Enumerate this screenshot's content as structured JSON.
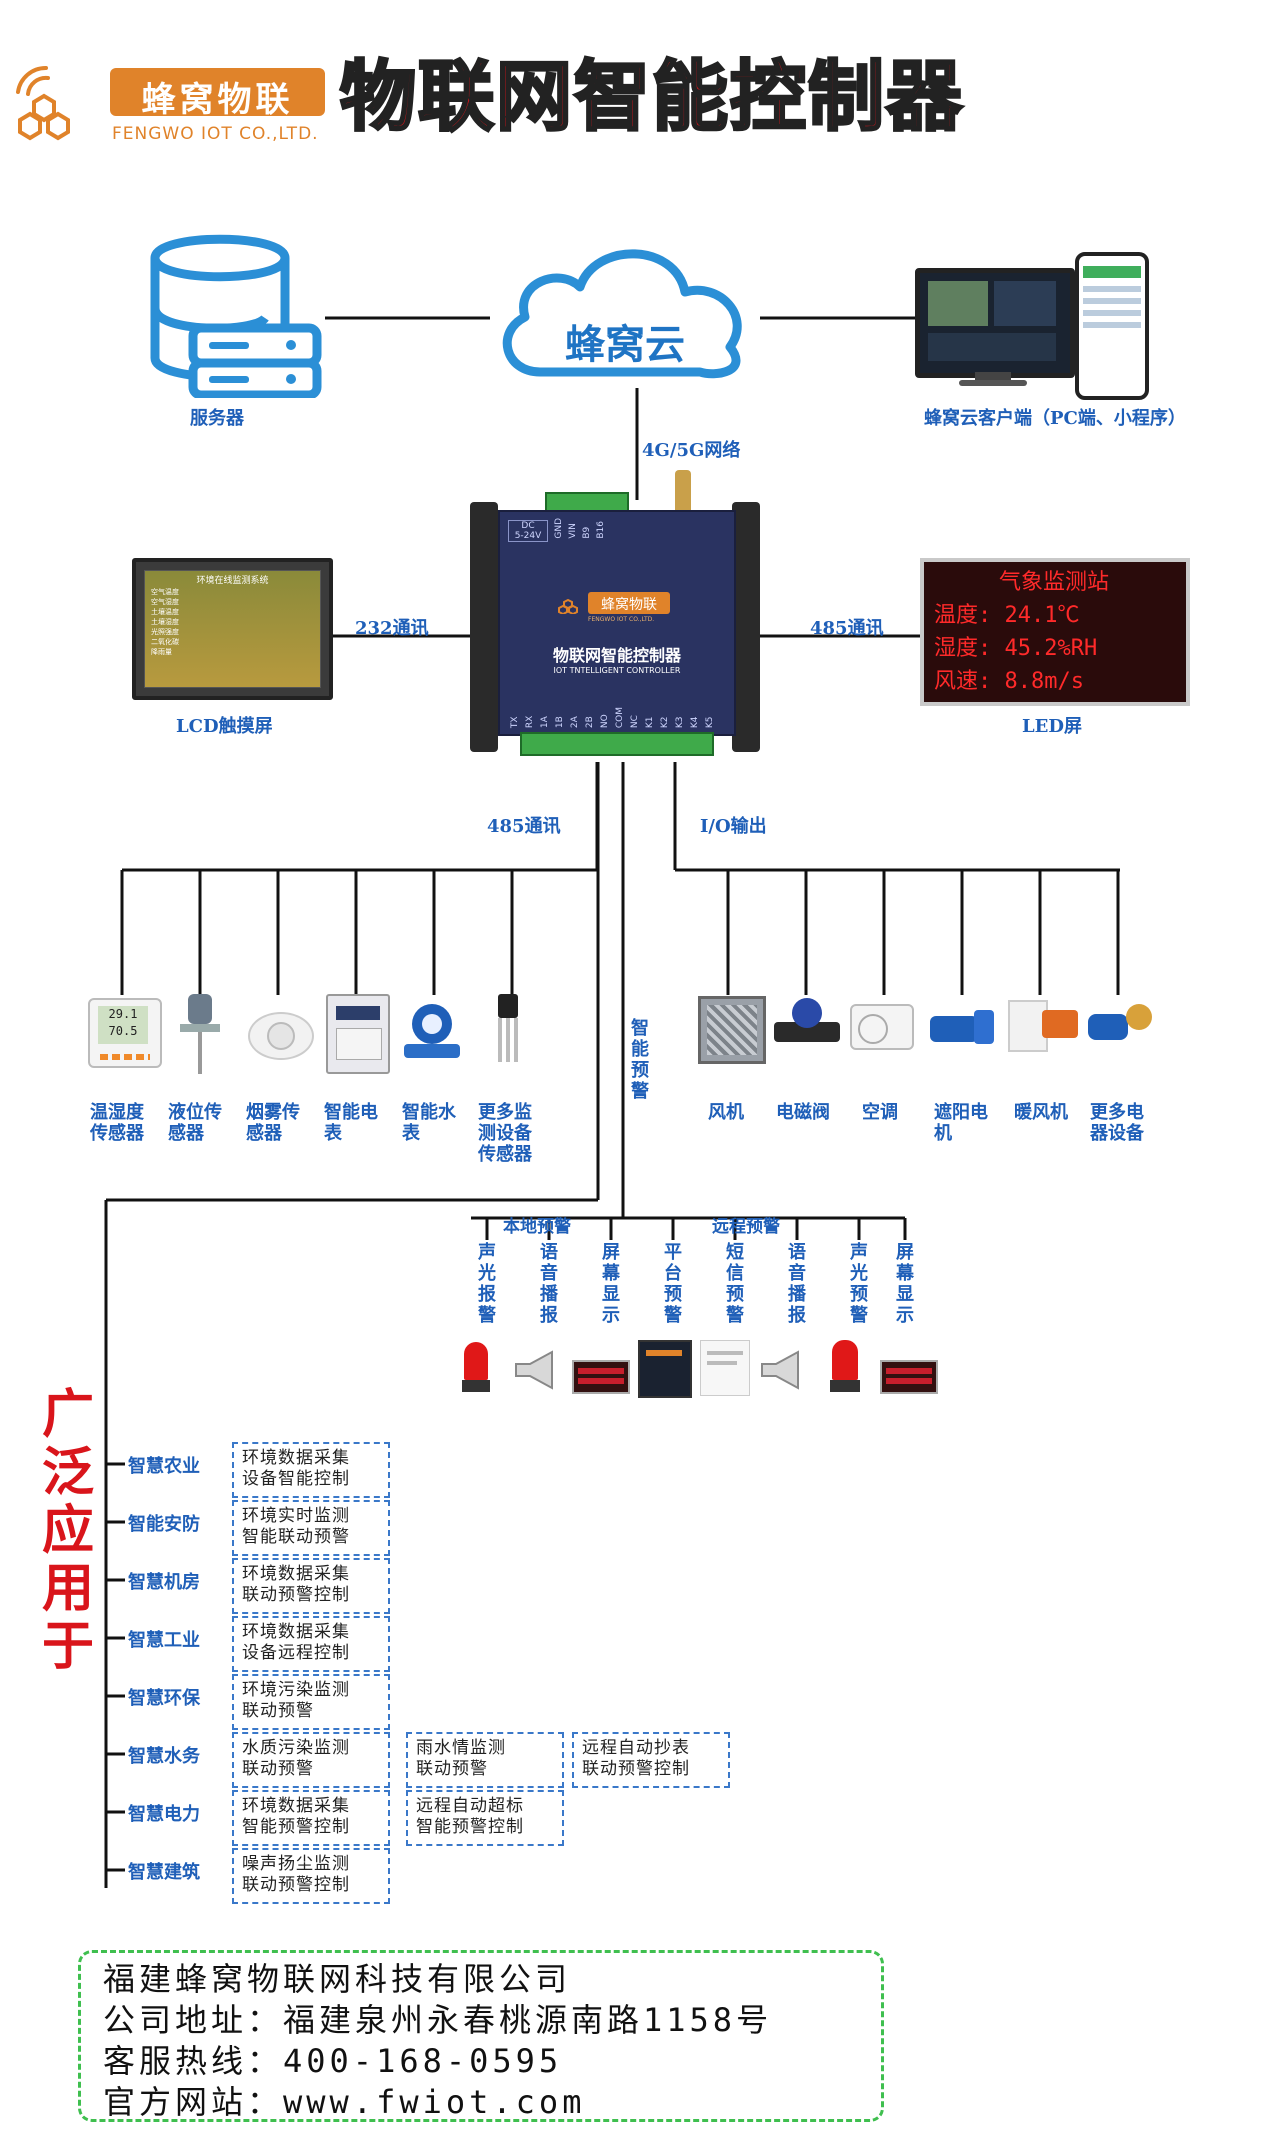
{
  "header": {
    "logo_cn": "蜂窝物联",
    "logo_en": "FENGWO IOT  CO.,LTD.",
    "title": "物联网智能控制器"
  },
  "top": {
    "server_label": "服务器",
    "cloud_text": "蜂窝云",
    "client_label": "蜂窝云客户端（PC端、小程序）",
    "network_label": "4G/5G网络"
  },
  "controller": {
    "dc_label": "DC\n5-24V",
    "brand": "蜂窝物联",
    "brand_sub": "FENGWO IOT CO.,LTD.",
    "title_cn": "物联网智能控制器",
    "title_en": "IOT TNTELLIGENT CONTROLLER",
    "top_pins": [
      "GND",
      "VIN",
      "B9",
      "B16"
    ],
    "bottom_pins": [
      "TX",
      "RX",
      "1A",
      "1B",
      "2A",
      "2B",
      "NO",
      "COM",
      "NC",
      "K1",
      "K2",
      "K3",
      "K4",
      "K5"
    ]
  },
  "sides": {
    "lcd_label": "LCD触摸屏",
    "lcd_link": "232通讯",
    "led_label": "LED屏",
    "led_link": "485通讯",
    "led_lines": [
      "气象监测站",
      "温度: 24.1℃",
      "湿度: 45.2%RH",
      "风速: 8.8m/s"
    ],
    "lcd_title": "环境在线监测系统",
    "lcd_rows": [
      "空气温度",
      "空气湿度",
      "土壤温度",
      "土壤湿度",
      "光照强度",
      "二氧化碳",
      "降雨量"
    ]
  },
  "branches": {
    "left_label": "485通讯",
    "right_label": "I/O输出",
    "alert_label": "智能预警"
  },
  "sensors": [
    {
      "label": "温湿度传感器",
      "reading": "29.1\n70.5"
    },
    {
      "label": "液位传感器"
    },
    {
      "label": "烟雾传感器"
    },
    {
      "label": "智能电表"
    },
    {
      "label": "智能水表"
    },
    {
      "label": "更多监测设备传感器"
    }
  ],
  "outputs": [
    {
      "label": "风机"
    },
    {
      "label": "电磁阀"
    },
    {
      "label": "空调"
    },
    {
      "label": "遮阳电机"
    },
    {
      "label": "暖风机"
    },
    {
      "label": "更多电器设备"
    }
  ],
  "alerts": {
    "local_label": "本地预警",
    "remote_label": "远程预警",
    "items": [
      "声光报警",
      "语音播报",
      "屏幕显示",
      "平台预警",
      "短信预警",
      "语音播报",
      "声光预警",
      "屏幕显示"
    ]
  },
  "applications": {
    "title": "广泛应用于",
    "rows": [
      {
        "name": "智慧农业",
        "boxes": [
          "环境数据采集\n设备智能控制"
        ]
      },
      {
        "name": "智能安防",
        "boxes": [
          "环境实时监测\n智能联动预警"
        ]
      },
      {
        "name": "智慧机房",
        "boxes": [
          "环境数据采集\n联动预警控制"
        ]
      },
      {
        "name": "智慧工业",
        "boxes": [
          "环境数据采集\n设备远程控制"
        ]
      },
      {
        "name": "智慧环保",
        "boxes": [
          "环境污染监测\n联动预警"
        ]
      },
      {
        "name": "智慧水务",
        "boxes": [
          "水质污染监测\n联动预警",
          "雨水情监测\n联动预警",
          "远程自动抄表\n联动预警控制"
        ]
      },
      {
        "name": "智慧电力",
        "boxes": [
          "环境数据采集\n智能预警控制",
          "远程自动超标\n智能预警控制"
        ]
      },
      {
        "name": "智慧建筑",
        "boxes": [
          "噪声扬尘监测\n联动预警控制"
        ]
      }
    ]
  },
  "footer": {
    "company": "福建蜂窝物联网科技有限公司",
    "address": "公司地址：福建泉州永春桃源南路1158号",
    "hotline": "客服热线：400-168-0595",
    "website": "官方网站：www.fwiot.com"
  },
  "colors": {
    "accent_blue": "#1f5fb8",
    "title_red": "#d9151b",
    "logo_orange": "#e0832a",
    "dash_green": "#3fbf4f"
  }
}
